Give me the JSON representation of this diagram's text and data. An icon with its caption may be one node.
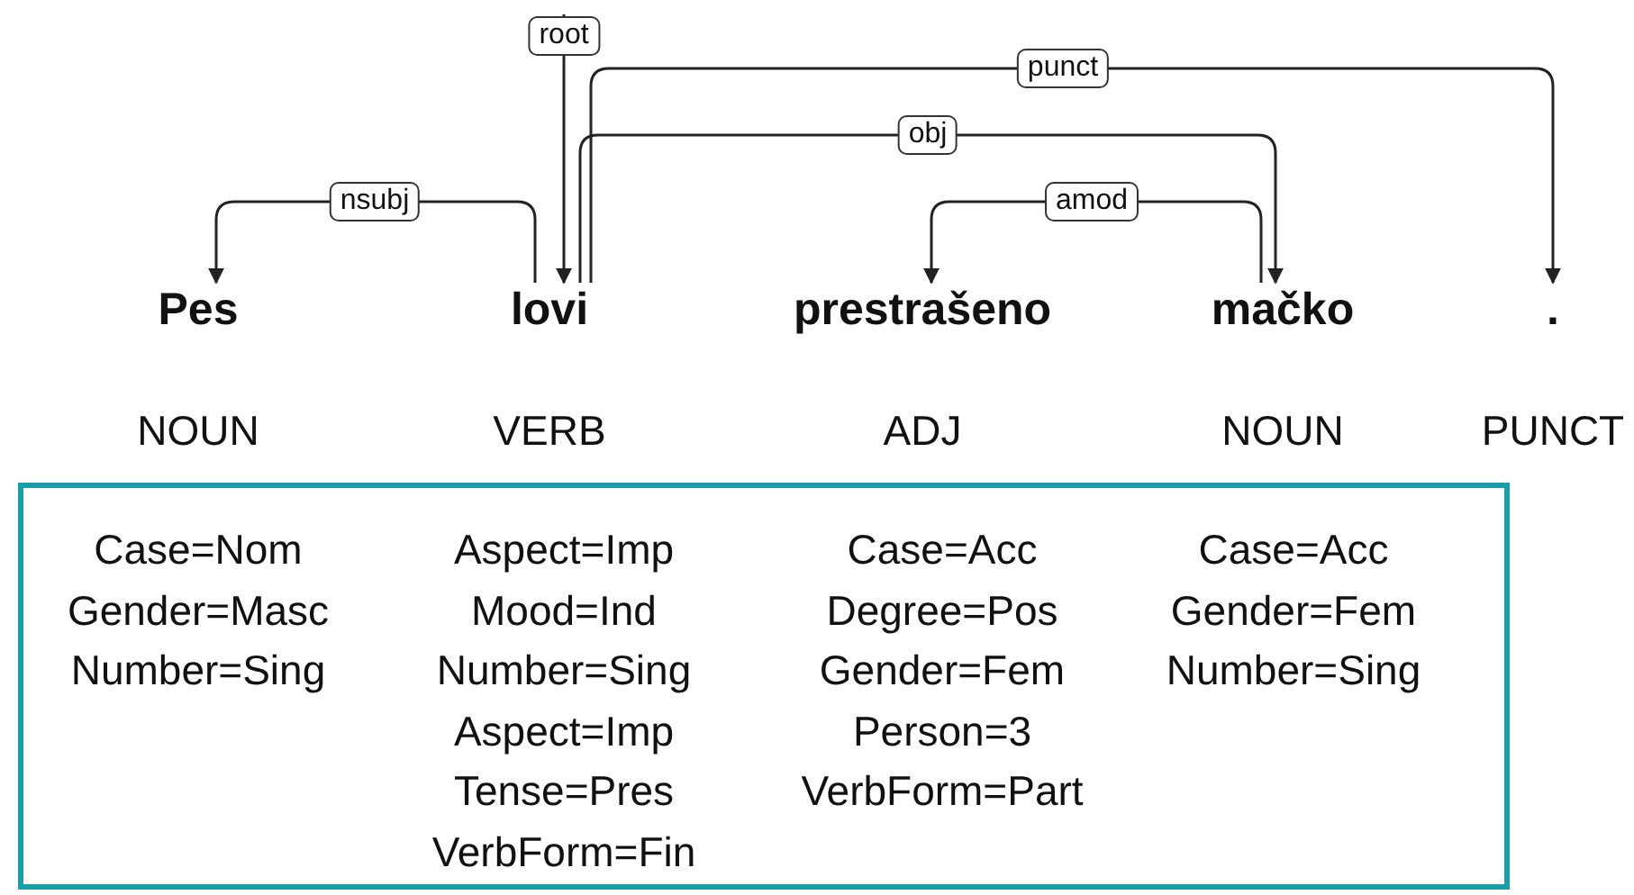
{
  "diagram": {
    "nodes": [
      {
        "text": [
          "Pes"
        ]
      },
      {
        "text": [
          "lovi"
        ]
      },
      {
        "text": [
          "prestrašeno"
        ]
      },
      {
        "text": [
          "mačko"
        ]
      },
      {
        "text": [
          "."
        ]
      },
      {
        "text": [
          "Case=Nom Gender=Masc Number=Sing",
          "Aspect=Imp Mood=Ind Number=Sing Aspect=Imp Tense=Pres VerbForm=Fin",
          "Case=Acc Degree=Pos Gender=Fem Person=3 VerbForm=Part",
          "Case=Acc Gender=Fem Number=Sing"
        ]
      }
    ],
    "edges": [
      {
        "from": 1,
        "to": 0,
        "arrow": "to",
        "label": "nsubj"
      },
      {
        "from": null,
        "to": 1,
        "arrow": "to",
        "label": "root"
      },
      {
        "from": 1,
        "to": 4,
        "arrow": "to",
        "label": "punct"
      },
      {
        "from": 1,
        "to": 3,
        "arrow": "to",
        "label": "obj"
      },
      {
        "from": 3,
        "to": 2,
        "arrow": "to",
        "label": "amod"
      }
    ],
    "labels": [
      "NOUN",
      "VERB",
      "ADJ",
      "NOUN",
      "PUNCT"
    ]
  }
}
